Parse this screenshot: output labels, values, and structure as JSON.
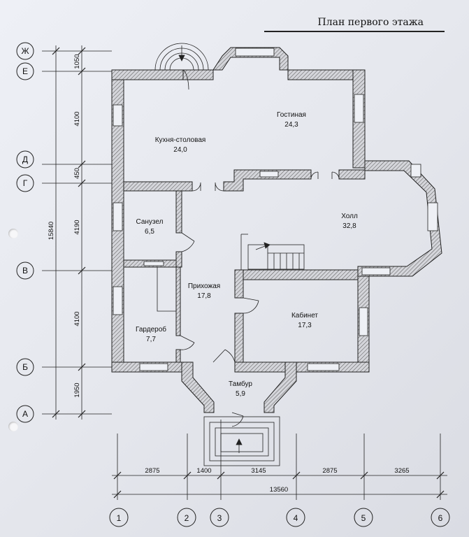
{
  "title": "План первого этажа",
  "rooms": [
    {
      "id": "kitchen",
      "name": "Кухня-столовая",
      "area": "24,0"
    },
    {
      "id": "living",
      "name": "Гостиная",
      "area": "24,3"
    },
    {
      "id": "hall",
      "name": "Холл",
      "area": "32,8"
    },
    {
      "id": "bathroom",
      "name": "Санузел",
      "area": "6,5"
    },
    {
      "id": "hallway",
      "name": "Прихожая",
      "area": "17,8"
    },
    {
      "id": "wardrobe",
      "name": "Гардероб",
      "area": "7,7"
    },
    {
      "id": "study",
      "name": "Кабинет",
      "area": "17,3"
    },
    {
      "id": "vestibule",
      "name": "Тамбур",
      "area": "5,9"
    }
  ],
  "axes_letters": [
    "Ж",
    "Е",
    "Д",
    "Г",
    "В",
    "Б",
    "А"
  ],
  "axes_numbers": [
    "1",
    "2",
    "3",
    "4",
    "5",
    "6"
  ],
  "vertical_dims": {
    "segments": [
      "1050",
      "4100",
      "450",
      "4190",
      "4100",
      "1950"
    ],
    "total": "15840"
  },
  "horizontal_dims": {
    "segments": [
      "2875",
      "1400",
      "3145",
      "2875",
      "3265"
    ],
    "total": "13560"
  },
  "colors": {
    "ink": "#222222",
    "paper": "#eceef4",
    "hatch": "#555555"
  }
}
